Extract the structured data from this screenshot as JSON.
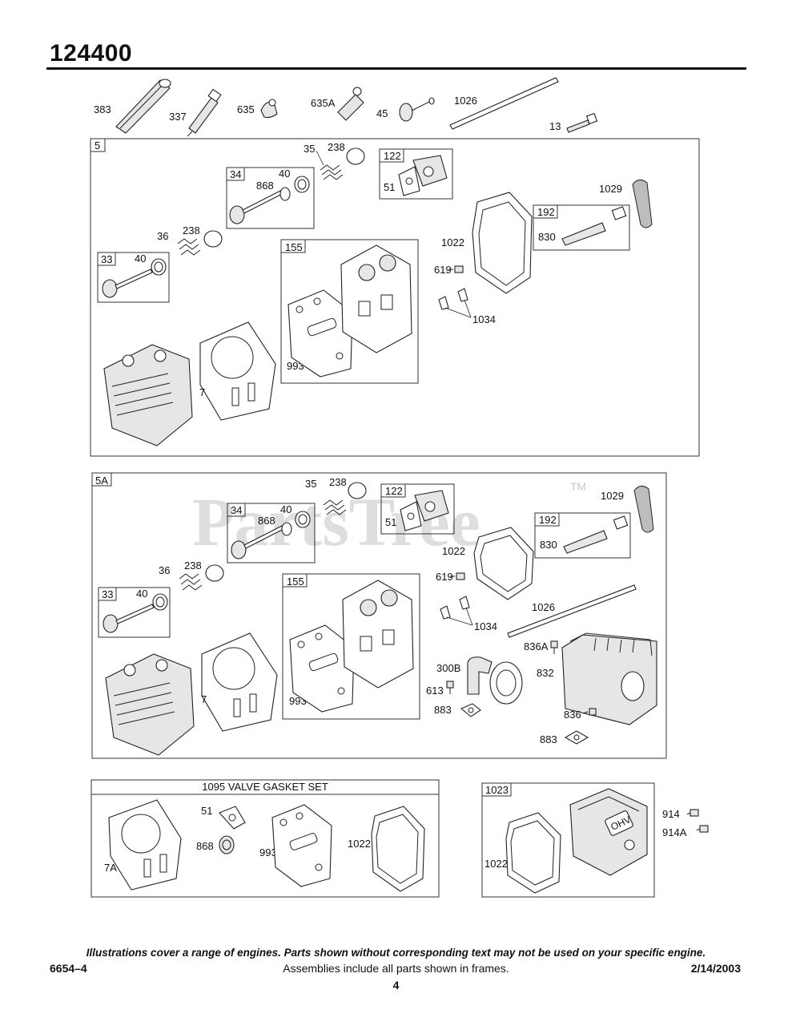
{
  "header": {
    "model_number": "124400"
  },
  "top_parts": {
    "p383": "383",
    "p337": "337",
    "p635": "635",
    "p635a": "635A",
    "p45": "45",
    "p1026": "1026",
    "p13": "13"
  },
  "assembly_5": {
    "frame_label": "5",
    "labels": {
      "p35": "35",
      "p238a": "238",
      "p34": "34",
      "p40a": "40",
      "p868": "868",
      "p122": "122",
      "p51": "51",
      "p1029": "1029",
      "p192": "192",
      "p830": "830",
      "p1022": "1022",
      "p36": "36",
      "p238b": "238",
      "p33": "33",
      "p40b": "40",
      "p155": "155",
      "p619": "619",
      "p1034": "1034",
      "p993": "993",
      "p7": "7"
    }
  },
  "assembly_5a": {
    "frame_label": "5A",
    "labels": {
      "p35": "35",
      "p238a": "238",
      "p122": "122",
      "p1029": "1029",
      "p34": "34",
      "p40a": "40",
      "p868": "868",
      "p51": "51",
      "p192": "192",
      "p830": "830",
      "p1022": "1022",
      "p36": "36",
      "p238b": "238",
      "p33": "33",
      "p40b": "40",
      "p155": "155",
      "p619": "619",
      "p1026": "1026",
      "p1034": "1034",
      "p836a": "836A",
      "p300b": "300B",
      "p832": "832",
      "p613": "613",
      "p993": "993",
      "p7": "7",
      "p883a": "883",
      "p836": "836",
      "p883b": "883"
    }
  },
  "valve_gasket_set": {
    "title": "1095 VALVE GASKET SET",
    "labels": {
      "p51": "51",
      "p868": "868",
      "p993": "993",
      "p1022": "1022",
      "p7a": "7A"
    }
  },
  "assembly_1023": {
    "frame_label": "1023",
    "labels": {
      "p1022": "1022",
      "p914": "914",
      "p914a": "914A"
    },
    "cover_badge": "OHV"
  },
  "watermark": {
    "text": "PartsTree",
    "tm": "TM"
  },
  "footer": {
    "disclaimer": "Illustrations cover a range of engines. Parts shown without corresponding text may not be used on your specific engine.",
    "doc_code": "6654–4",
    "assemblies_note": "Assemblies include all parts shown in frames.",
    "date": "2/14/2003",
    "page_number": "4"
  }
}
